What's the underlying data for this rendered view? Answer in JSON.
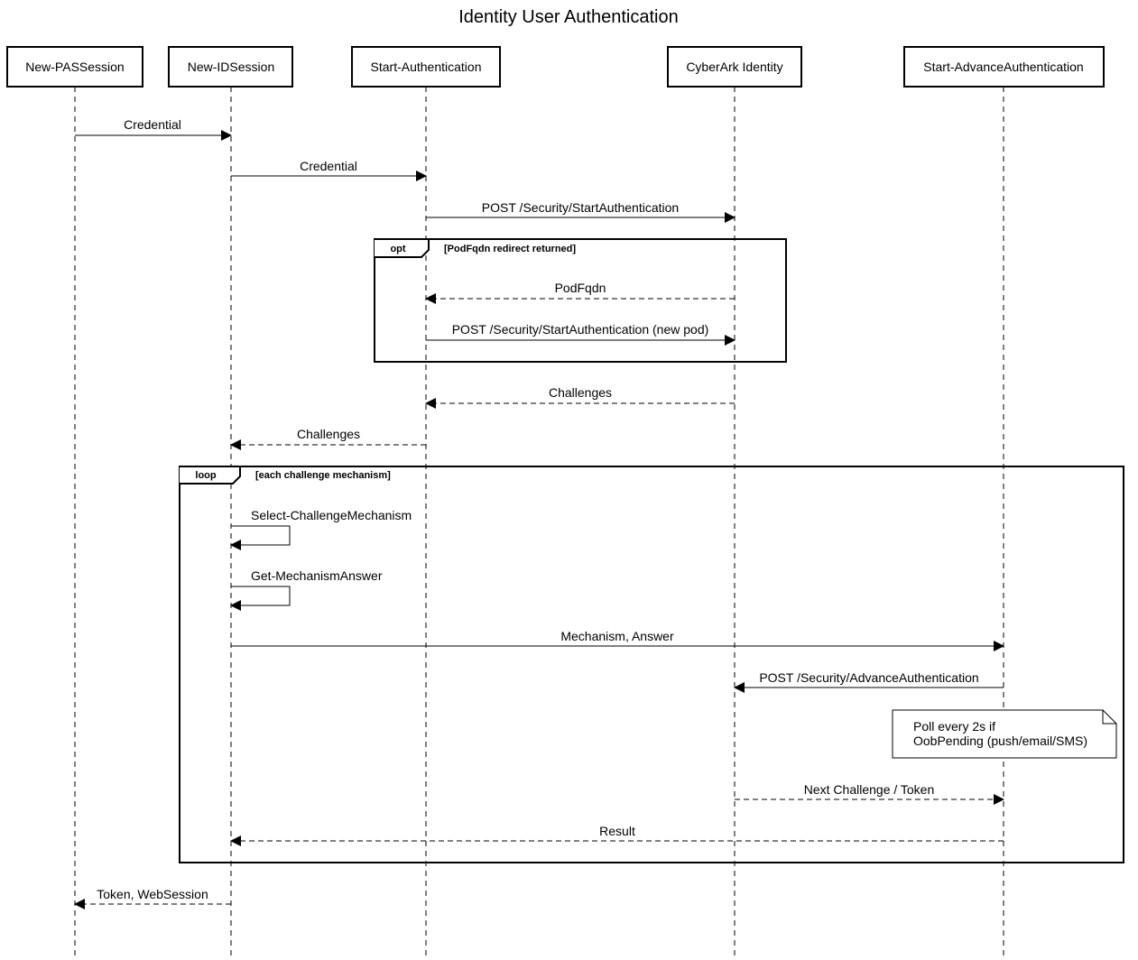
{
  "title": "Identity User Authentication",
  "participants": [
    "New-PASSession",
    "New-IDSession",
    "Start-Authentication",
    "CyberArk Identity",
    "Start-AdvanceAuthentication"
  ],
  "frames": [
    {
      "kind": "opt",
      "condition": "[PodFqdn redirect returned]"
    },
    {
      "kind": "loop",
      "condition": "[each challenge mechanism]"
    }
  ],
  "messages": [
    {
      "label": "Credential",
      "from": 0,
      "to": 1,
      "style": "solid"
    },
    {
      "label": "Credential",
      "from": 1,
      "to": 2,
      "style": "solid"
    },
    {
      "label": "POST /Security/StartAuthentication",
      "from": 2,
      "to": 3,
      "style": "solid"
    },
    {
      "label": "PodFqdn",
      "from": 3,
      "to": 2,
      "style": "dashed"
    },
    {
      "label": "POST /Security/StartAuthentication (new pod)",
      "from": 2,
      "to": 3,
      "style": "solid"
    },
    {
      "label": "Challenges",
      "from": 3,
      "to": 2,
      "style": "dashed"
    },
    {
      "label": "Challenges",
      "from": 2,
      "to": 1,
      "style": "dashed"
    },
    {
      "label": "Select-ChallengeMechanism",
      "from": 1,
      "to": 1,
      "style": "solid"
    },
    {
      "label": "Get-MechanismAnswer",
      "from": 1,
      "to": 1,
      "style": "solid"
    },
    {
      "label": "Mechanism, Answer",
      "from": 1,
      "to": 4,
      "style": "solid"
    },
    {
      "label": "POST /Security/AdvanceAuthentication",
      "from": 4,
      "to": 3,
      "style": "solid"
    },
    {
      "label": "Next Challenge / Token",
      "from": 3,
      "to": 4,
      "style": "dashed"
    },
    {
      "label": "Result",
      "from": 4,
      "to": 1,
      "style": "dashed"
    },
    {
      "label": "Token, WebSession",
      "from": 1,
      "to": 0,
      "style": "dashed"
    }
  ],
  "note": {
    "lines": [
      "Poll every 2s if",
      "OobPending (push/email/SMS)"
    ]
  }
}
